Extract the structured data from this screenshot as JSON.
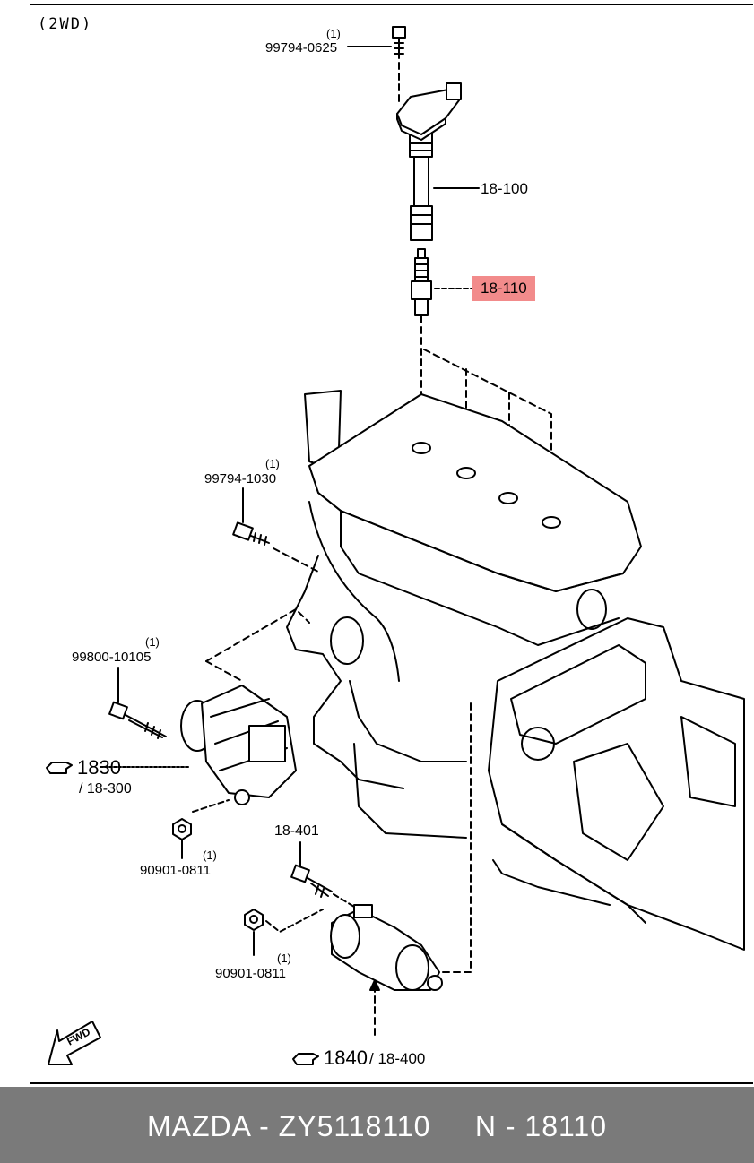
{
  "variant_note": "(2WD)",
  "callouts": {
    "bolt_top": {
      "part": "99794-0625",
      "qty": "(1)"
    },
    "coil": {
      "part": "18-100"
    },
    "plug": {
      "part": "18-110"
    },
    "bolt_mid": {
      "part": "99794-1030",
      "qty": "(1)"
    },
    "bolt_alt": {
      "part": "99800-10105",
      "qty": "(1)"
    },
    "alternator": {
      "ref": "1830",
      "sub": "/ 18-300"
    },
    "nut_alt": {
      "part": "90901-0811",
      "qty": "(1)"
    },
    "bolt_start": {
      "part": "18-401"
    },
    "nut_start": {
      "part": "90901-0811",
      "qty": "(1)"
    },
    "starter": {
      "ref": "1840",
      "sub": "/ 18-400"
    }
  },
  "fwd_label": "FWD",
  "highlight_color": "#f28b8b",
  "footer": {
    "text": "MAZDA - ZY5118110     N - 18110",
    "background": "#7a7a7a"
  }
}
